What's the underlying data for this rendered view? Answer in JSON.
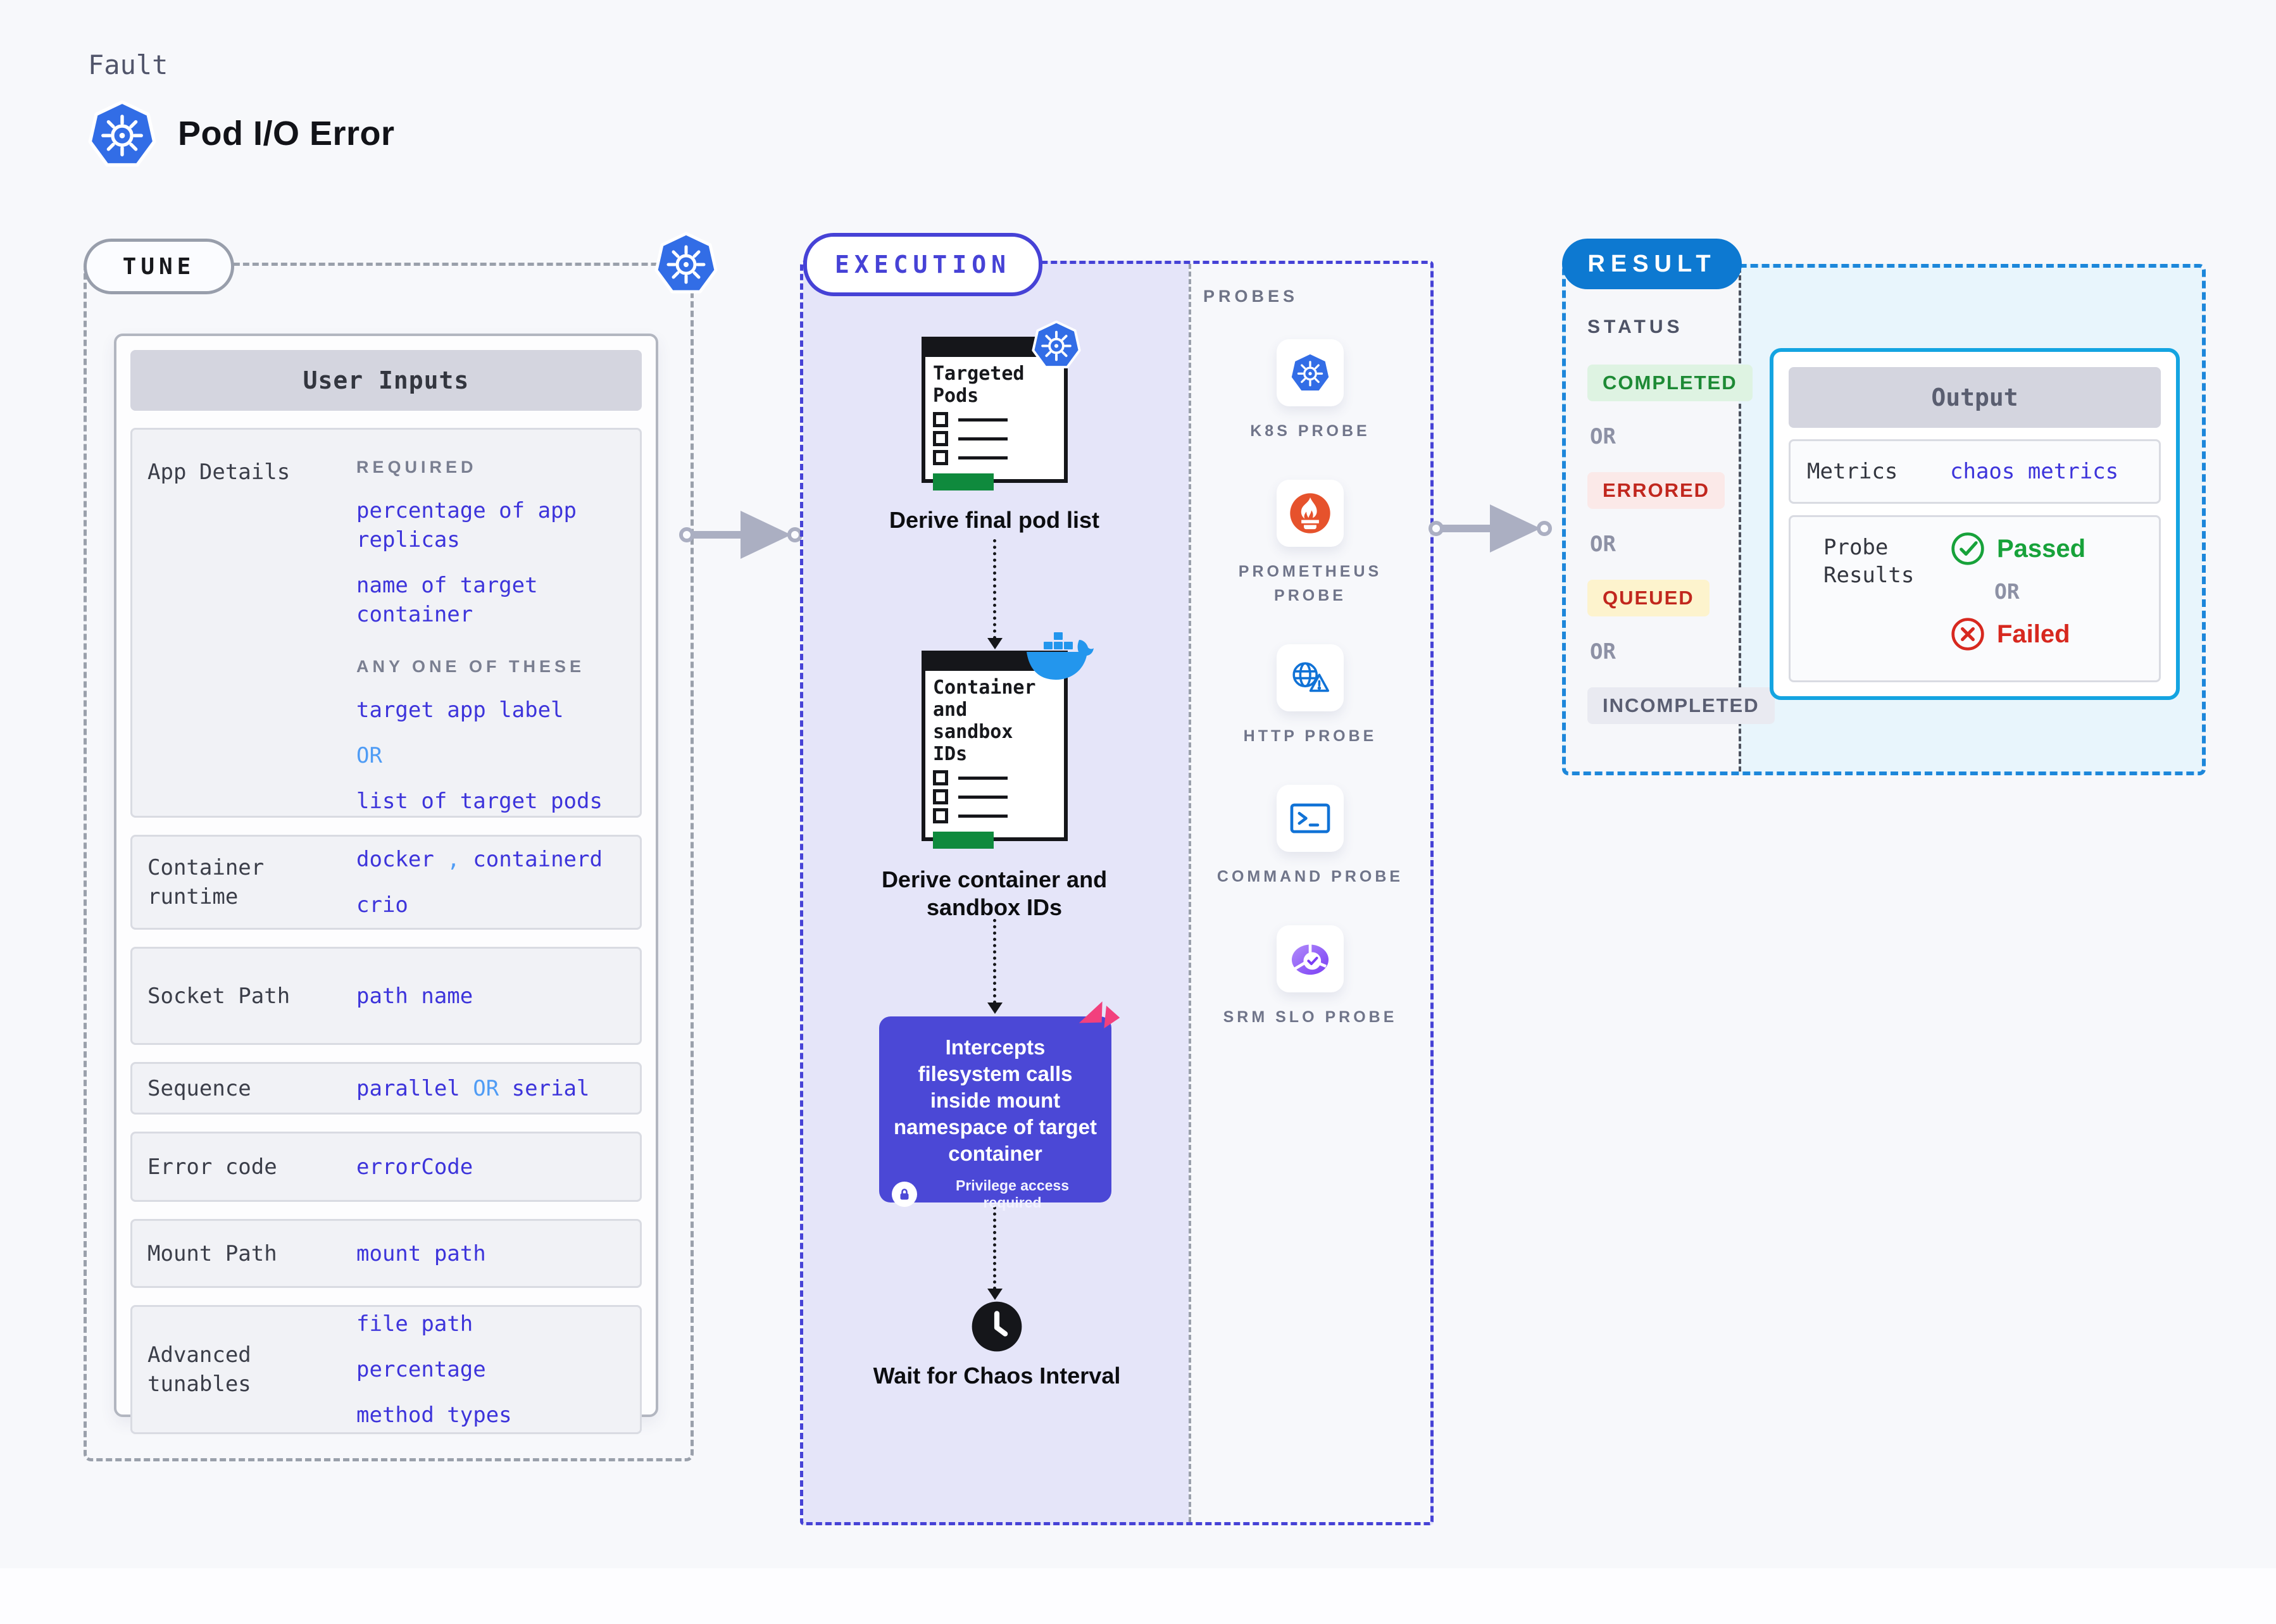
{
  "page": {
    "eyebrow": "Fault",
    "title": "Pod I/O Error"
  },
  "colors": {
    "indigo_border": "#4642d6",
    "value_blue": "#3d34db",
    "or_light_blue": "#4f9cf5",
    "kubernetes_blue": "#326de6",
    "docker_blue": "#2396ed",
    "prometheus_orange": "#e6522c",
    "http_blue": "#1072d6",
    "srm_purple": "#7a3df5",
    "pink_logo": "#f2407d",
    "result_pill_blue": "#0d79d1",
    "result_dash_blue": "#1d87da",
    "output_border_cyan": "#14a4e1",
    "passed_green": "#17a23a",
    "failed_red": "#d7281f",
    "green_bar": "#0f8a3d",
    "purple_box": "#4b48d6"
  },
  "tune": {
    "label": "TUNE",
    "card_title": "User Inputs",
    "rows": [
      {
        "label": "App Details",
        "valign": "top",
        "sections": [
          {
            "heading": "REQUIRED",
            "items": [
              [
                {
                  "t": "percentage of app replicas"
                }
              ],
              [
                {
                  "t": "name of target container"
                }
              ]
            ]
          },
          {
            "heading": "ANY ONE OF THESE",
            "items": [
              [
                {
                  "t": "target app label"
                }
              ],
              [
                {
                  "t": "OR",
                  "c": "alt"
                }
              ],
              [
                {
                  "t": "list of target pods"
                }
              ]
            ]
          }
        ]
      },
      {
        "label": "Container runtime",
        "sections": [
          {
            "items": [
              [
                {
                  "t": "docker"
                },
                {
                  "t": " , ",
                  "c": "alt"
                },
                {
                  "t": "containerd"
                }
              ],
              [
                {
                  "t": "crio"
                }
              ]
            ]
          }
        ]
      },
      {
        "label": "Socket Path",
        "sections": [
          {
            "items": [
              [
                {
                  "t": "path name"
                }
              ]
            ]
          }
        ]
      },
      {
        "label": "Sequence",
        "sections": [
          {
            "items": [
              [
                {
                  "t": "parallel "
                },
                {
                  "t": "OR",
                  "c": "alt"
                },
                {
                  "t": " serial"
                }
              ]
            ]
          }
        ]
      },
      {
        "label": "Error code",
        "sections": [
          {
            "items": [
              [
                {
                  "t": "errorCode"
                }
              ]
            ]
          }
        ]
      },
      {
        "label": "Mount Path",
        "sections": [
          {
            "items": [
              [
                {
                  "t": "mount path"
                }
              ]
            ]
          }
        ]
      },
      {
        "label": "Advanced tunables",
        "sections": [
          {
            "items": [
              [
                {
                  "t": "file path"
                }
              ],
              [
                {
                  "t": "percentage"
                }
              ],
              [
                {
                  "t": "method types"
                }
              ]
            ]
          }
        ]
      }
    ]
  },
  "execution": {
    "label": "EXECUTION",
    "step1": {
      "doc_title": "Targeted Pods",
      "caption": "Derive final pod list"
    },
    "step2": {
      "doc_title": "Container and sandbox IDs",
      "caption": "Derive container and sandbox IDs"
    },
    "intercept": {
      "text": "Intercepts filesystem calls inside mount namespace of target container",
      "badge": "Privilege access required"
    },
    "wait_caption": "Wait for Chaos Interval"
  },
  "probes": {
    "label": "PROBES",
    "items": [
      {
        "name": "K8S PROBE",
        "icon": "k8s"
      },
      {
        "name": "PROMETHEUS PROBE",
        "icon": "prometheus"
      },
      {
        "name": "HTTP PROBE",
        "icon": "http"
      },
      {
        "name": "COMMAND PROBE",
        "icon": "command"
      },
      {
        "name": "SRM SLO PROBE",
        "icon": "srm-slo"
      }
    ]
  },
  "result": {
    "label": "RESULT",
    "status_label": "STATUS",
    "or": "OR",
    "statuses": [
      {
        "text": "COMPLETED",
        "fg": "#1d8a35",
        "bg": "#def3e2"
      },
      {
        "text": "ERRORED",
        "fg": "#c1271e",
        "bg": "#fbe9e8"
      },
      {
        "text": "QUEUED",
        "fg": "#c1271e",
        "bg": "#fdf3cd"
      },
      {
        "text": "INCOMPLETED",
        "fg": "#5a5e72",
        "bg": "#e9eaf1"
      }
    ],
    "output": {
      "title": "Output",
      "metrics_label": "Metrics",
      "metrics_value": "chaos metrics",
      "probe_results_label": "Probe Results",
      "passed": "Passed",
      "or": "OR",
      "failed": "Failed"
    }
  }
}
